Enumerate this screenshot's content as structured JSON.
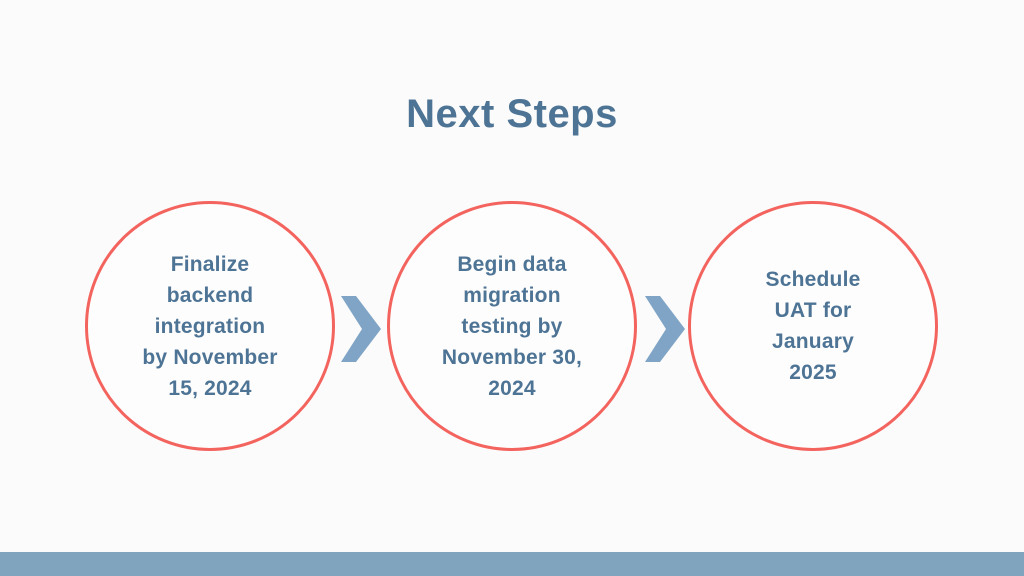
{
  "title": "Next Steps",
  "steps": [
    {
      "text": "Finalize\nbackend\nintegration\nby November\n15, 2024"
    },
    {
      "text": "Begin data\nmigration\ntesting by\nNovember 30,\n2024"
    },
    {
      "text": "Schedule\nUAT for\nJanuary\n2025"
    }
  ],
  "icons": {
    "between_steps": "chevron-right-icon"
  },
  "colors": {
    "background": "#fbfbfb",
    "title_text": "#4e7495",
    "circle_border": "#f4645f",
    "circle_fill": "#fdfdfd",
    "circle_text": "#4e7495",
    "chevron": "#7fa4c6",
    "footer_bar": "#80a4bd"
  }
}
